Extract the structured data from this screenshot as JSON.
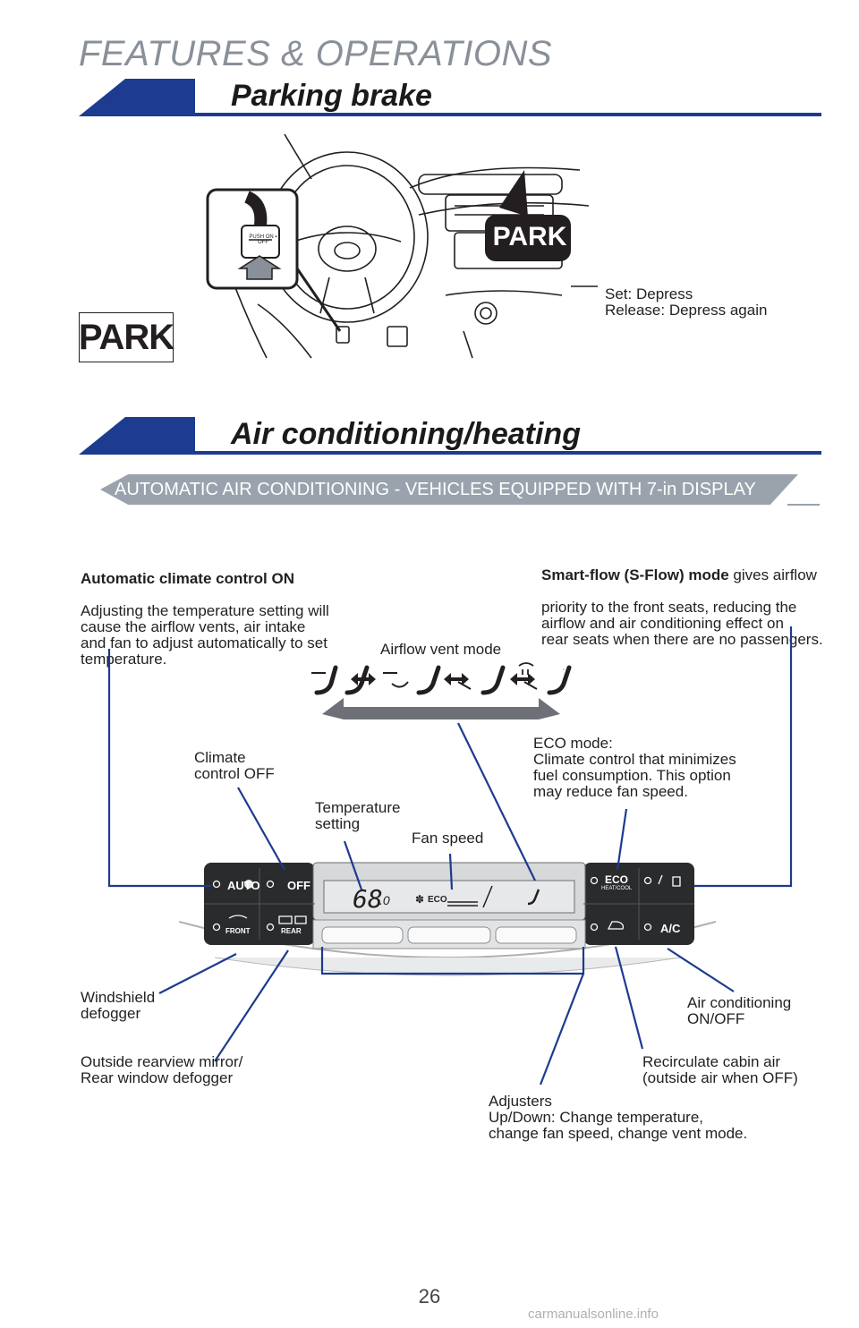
{
  "header": {
    "section": "FEATURES & OPERATIONS"
  },
  "parking_brake": {
    "title": "Parking brake",
    "park_label": "PARK",
    "pedal_text": "PUSH ON ▪ OFF",
    "instructions": "Set: Depress\nRelease: Depress again"
  },
  "ac": {
    "title": "Air conditioning/heating",
    "banner": "AUTOMATIC AIR CONDITIONING - VEHICLES EQUIPPED WITH 7-in DISPLAY",
    "auto_heading": "Automatic climate control ON",
    "auto_text": "Adjusting the temperature setting will\ncause the airflow vents, air intake\nand fan to adjust automatically to set\ntemperature.",
    "sflow_heading": "Smart-flow (S-Flow) mode",
    "sflow_text1": " gives airflow",
    "sflow_text2": "priority to the front seats, reducing the\nairflow and air conditioning effect on\nrear seats when there are no passengers.",
    "airflow_label": "Airflow vent mode",
    "climate_off_label": "Climate\ncontrol OFF",
    "temp_label": "Temperature\nsetting",
    "fan_label": "Fan speed",
    "eco_label": "ECO mode:\nClimate control that minimizes\nfuel consumption. This option\nmay reduce fan speed.",
    "windshield_label": "Windshield\ndefogger",
    "mirror_label": "Outside rearview mirror/\nRear window defogger",
    "adjusters_label": "Adjusters\nUp/Down: Change temperature,\nchange fan speed, change vent mode.",
    "recirc_label": "Recirculate cabin air\n(outside air when OFF)",
    "ac_label": "Air conditioning\nON/OFF",
    "panel": {
      "auto_btn": "AUTO",
      "off_btn": "OFF",
      "front_btn": "FRONT",
      "rear_btn": "REAR",
      "eco_btn": "ECO",
      "eco_sub": "HEAT/COOL",
      "ac_btn": "A/C",
      "temp_display": "68",
      "temp_decimal": ".0",
      "eco_display": "ECO"
    }
  },
  "page_number": "26",
  "watermark": "carmanualsonline.info"
}
